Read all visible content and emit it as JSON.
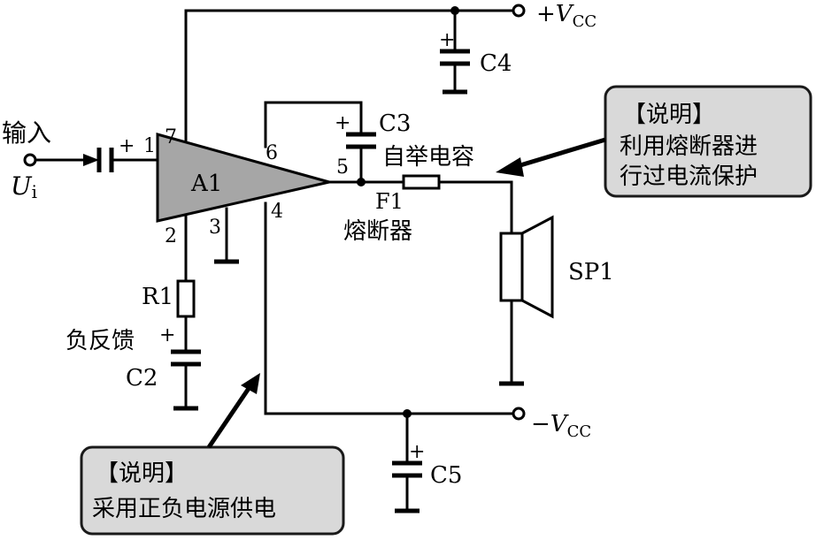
{
  "labels": {
    "input": "输入",
    "ui_main": "U",
    "ui_sub": "i",
    "pin1": "1",
    "pin2": "2",
    "pin3": "3",
    "pin4": "4",
    "pin5": "5",
    "pin6": "6",
    "pin7": "7",
    "amp": "A1",
    "plus": "+",
    "c1_plus": "+",
    "c2_plus": "+",
    "c3_plus": "+",
    "c4_plus": "+",
    "c5_plus": "+",
    "vcc_pos_prefix": "+",
    "vcc_neg_prefix": "−",
    "vcc_main": "V",
    "vcc_sub": "CC",
    "c2": "C2",
    "c3": "C3",
    "c4": "C4",
    "c5": "C5",
    "r1": "R1",
    "f1": "F1",
    "sp1": "SP1",
    "bootstrap": "自举电容",
    "fuse": "熔断器",
    "feedback": "负反馈"
  },
  "notes": [
    {
      "title": "【说明】",
      "line1": "利用熔断器进",
      "line2": "行过电流保护"
    },
    {
      "title": "【说明】",
      "line1": "采用正负电源供电"
    }
  ],
  "colors": {
    "line": "#000000",
    "note_fill": "#d9d9d9"
  }
}
